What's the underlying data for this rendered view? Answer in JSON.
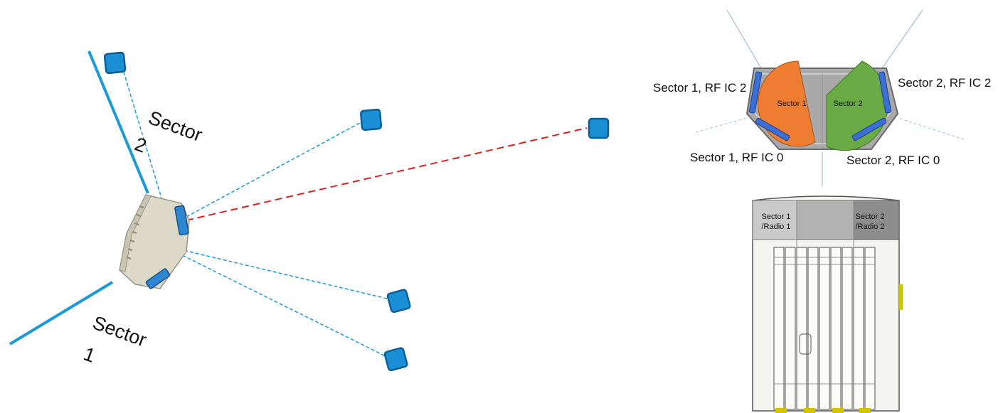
{
  "left_diagram": {
    "sector1_label_a": "Sector",
    "sector1_label_b": "1",
    "sector2_label_a": "Sector",
    "sector2_label_b": "2"
  },
  "top_right": {
    "sector1_rfic2": "Sector 1, RF IC 2",
    "sector2_rfic2": "Sector 2, RF IC 2",
    "sector1_rfic0": "Sector 1, RF IC 0",
    "sector2_rfic0": "Sector 2, RF IC 0",
    "wedge1": "Sector 1",
    "wedge2": "Sector 2"
  },
  "bottom_right": {
    "radio1_line1": "Sector 1",
    "radio1_line2": "/Radio 1",
    "radio2_line1": "Sector 2",
    "radio2_line2": "/Radio 2"
  },
  "colors": {
    "node_blue": "#1a8fd6",
    "node_stroke": "#0b5e96",
    "sector_line": "#1a9ad9",
    "link_red": "#e02020",
    "wedge_orange": "#ee7d31",
    "wedge_green": "#6aab46",
    "device_body": "#ddd9c8"
  }
}
